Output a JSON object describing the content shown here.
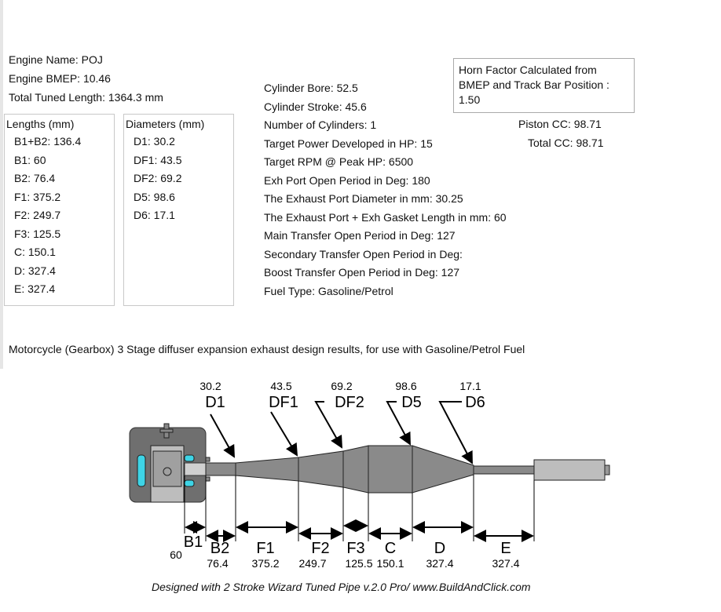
{
  "engine": {
    "name": "Engine Name: POJ",
    "bmep": "Engine BMEP: 10.46",
    "total_length": "Total Tuned Length: 1364.3 mm"
  },
  "lengths": {
    "title": "Lengths (mm)",
    "items": [
      "B1+B2: 136.4",
      "B1: 60",
      "B2: 76.4",
      "F1: 375.2",
      "F2: 249.7",
      "F3: 125.5",
      "C: 150.1",
      "D: 327.4",
      "E: 327.4"
    ]
  },
  "diameters": {
    "title": "Diameters (mm)",
    "items": [
      "D1: 30.2",
      "DF1: 43.5",
      "DF2: 69.2",
      "D5: 98.6",
      "D6: 17.1"
    ]
  },
  "specs": [
    "Cylinder Bore: 52.5",
    "Cylinder Stroke: 45.6",
    "Number of Cylinders: 1",
    "Target Power Developed in HP: 15",
    "Target RPM @ Peak HP: 6500",
    "Exh Port Open Period in Deg: 180",
    "The Exhaust Port Diameter in mm: 30.25",
    "The Exhaust Port + Exh Gasket Length in mm: 60",
    "Main Transfer Open Period in Deg: 127",
    "Secondary Transfer Open Period in Deg:",
    "Boost Transfer Open Period in Deg: 127",
    "Fuel Type: Gasoline/Petrol"
  ],
  "horn_factor": "Horn Factor Calculated from BMEP and Track Bar Position : 1.50",
  "piston_cc": "Piston CC: 98.71",
  "total_cc": "Total CC: 98.71",
  "description": "Motorcycle (Gearbox) 3 Stage diffuser expansion exhaust design results, for use with Gasoline/Petrol Fuel",
  "diagram": {
    "diam_labels": [
      {
        "name": "D1",
        "value": "30.2"
      },
      {
        "name": "DF1",
        "value": "43.5"
      },
      {
        "name": "DF2",
        "value": "69.2"
      },
      {
        "name": "D5",
        "value": "98.6"
      },
      {
        "name": "D6",
        "value": "17.1"
      }
    ],
    "length_labels": [
      {
        "name": "B1",
        "value": "60"
      },
      {
        "name": "B2",
        "value": "76.4"
      },
      {
        "name": "F1",
        "value": "375.2"
      },
      {
        "name": "F2",
        "value": "249.7"
      },
      {
        "name": "F3",
        "value": "125.5"
      },
      {
        "name": "C",
        "value": "150.1"
      },
      {
        "name": "D",
        "value": "327.4"
      },
      {
        "name": "E",
        "value": "327.4"
      }
    ]
  },
  "footer": "Designed with 2 Stroke Wizard Tuned Pipe v.2.0 Pro/ www.BuildAndClick.com"
}
